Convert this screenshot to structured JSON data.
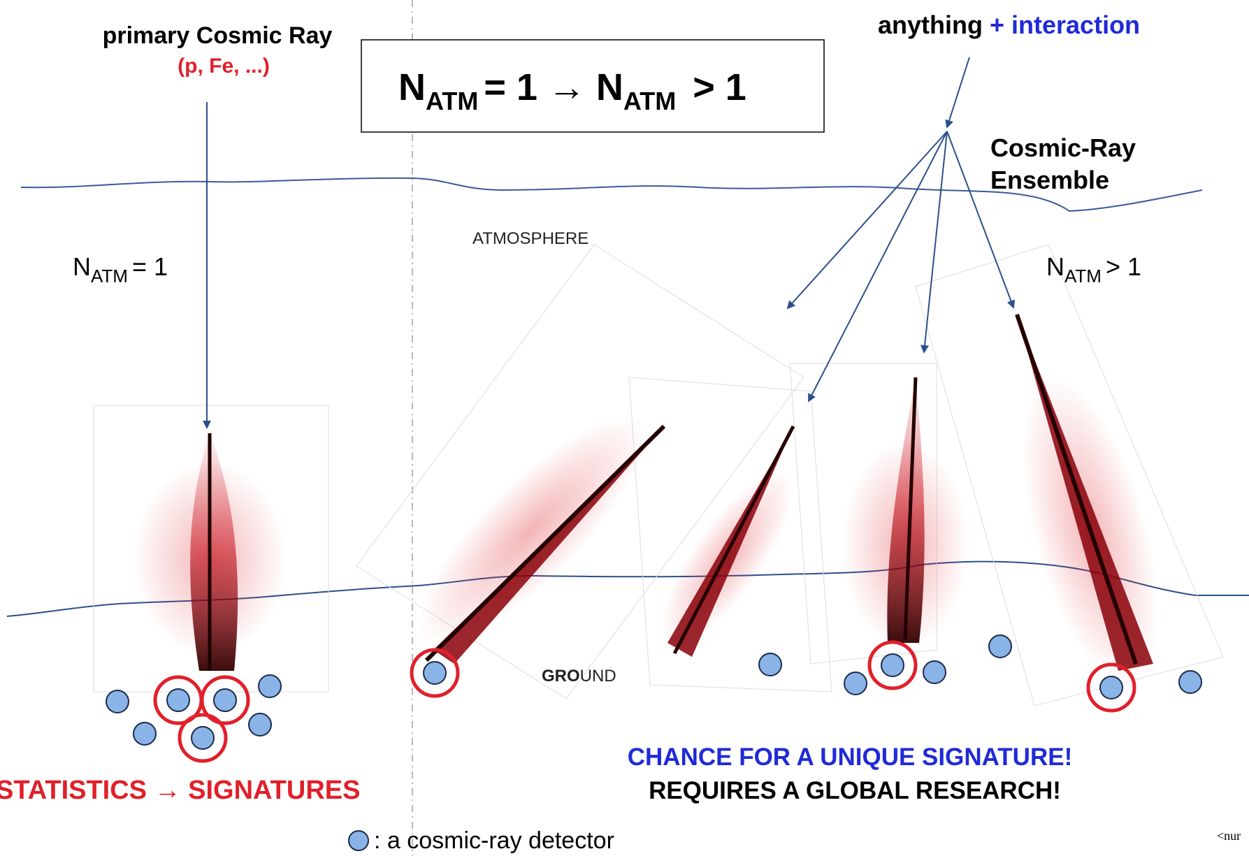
{
  "labels": {
    "primary_line1": "primary Cosmic Ray",
    "primary_line2": "(p, Fe, ...)",
    "anything_black": "anything",
    "anything_blue": "+ interaction",
    "cre_line1": "Cosmic-Ray",
    "cre_line2": "Ensemble",
    "natm_left_n": "N",
    "natm_left_sub": "ATM",
    "natm_left_rest": "= 1",
    "natm_right_n": "N",
    "natm_right_sub": "ATM",
    "natm_right_rest": "> 1",
    "box_n1": "N",
    "box_sub1": "ATM",
    "box_mid": "= 1 → N",
    "box_sub2": "ATM",
    "box_end": "> 1",
    "atmosphere": "ATMOSPHERE",
    "ground_bold": "GRO",
    "ground_rest": "UND",
    "stats": "STATISTICS → SIGNATURES",
    "chance": "CHANCE FOR A UNIQUE SIGNATURE!",
    "requires": "REQUIRES A GLOBAL RESEARCH!",
    "legend_text": ": a cosmic-ray detector",
    "corner_text": "<nur"
  },
  "colors": {
    "red": "#e0202a",
    "blue": "#1f2ad8",
    "arrow": "#2c4f8c",
    "detector_fill": "#8ab4e8",
    "shower": "#b3000c"
  }
}
